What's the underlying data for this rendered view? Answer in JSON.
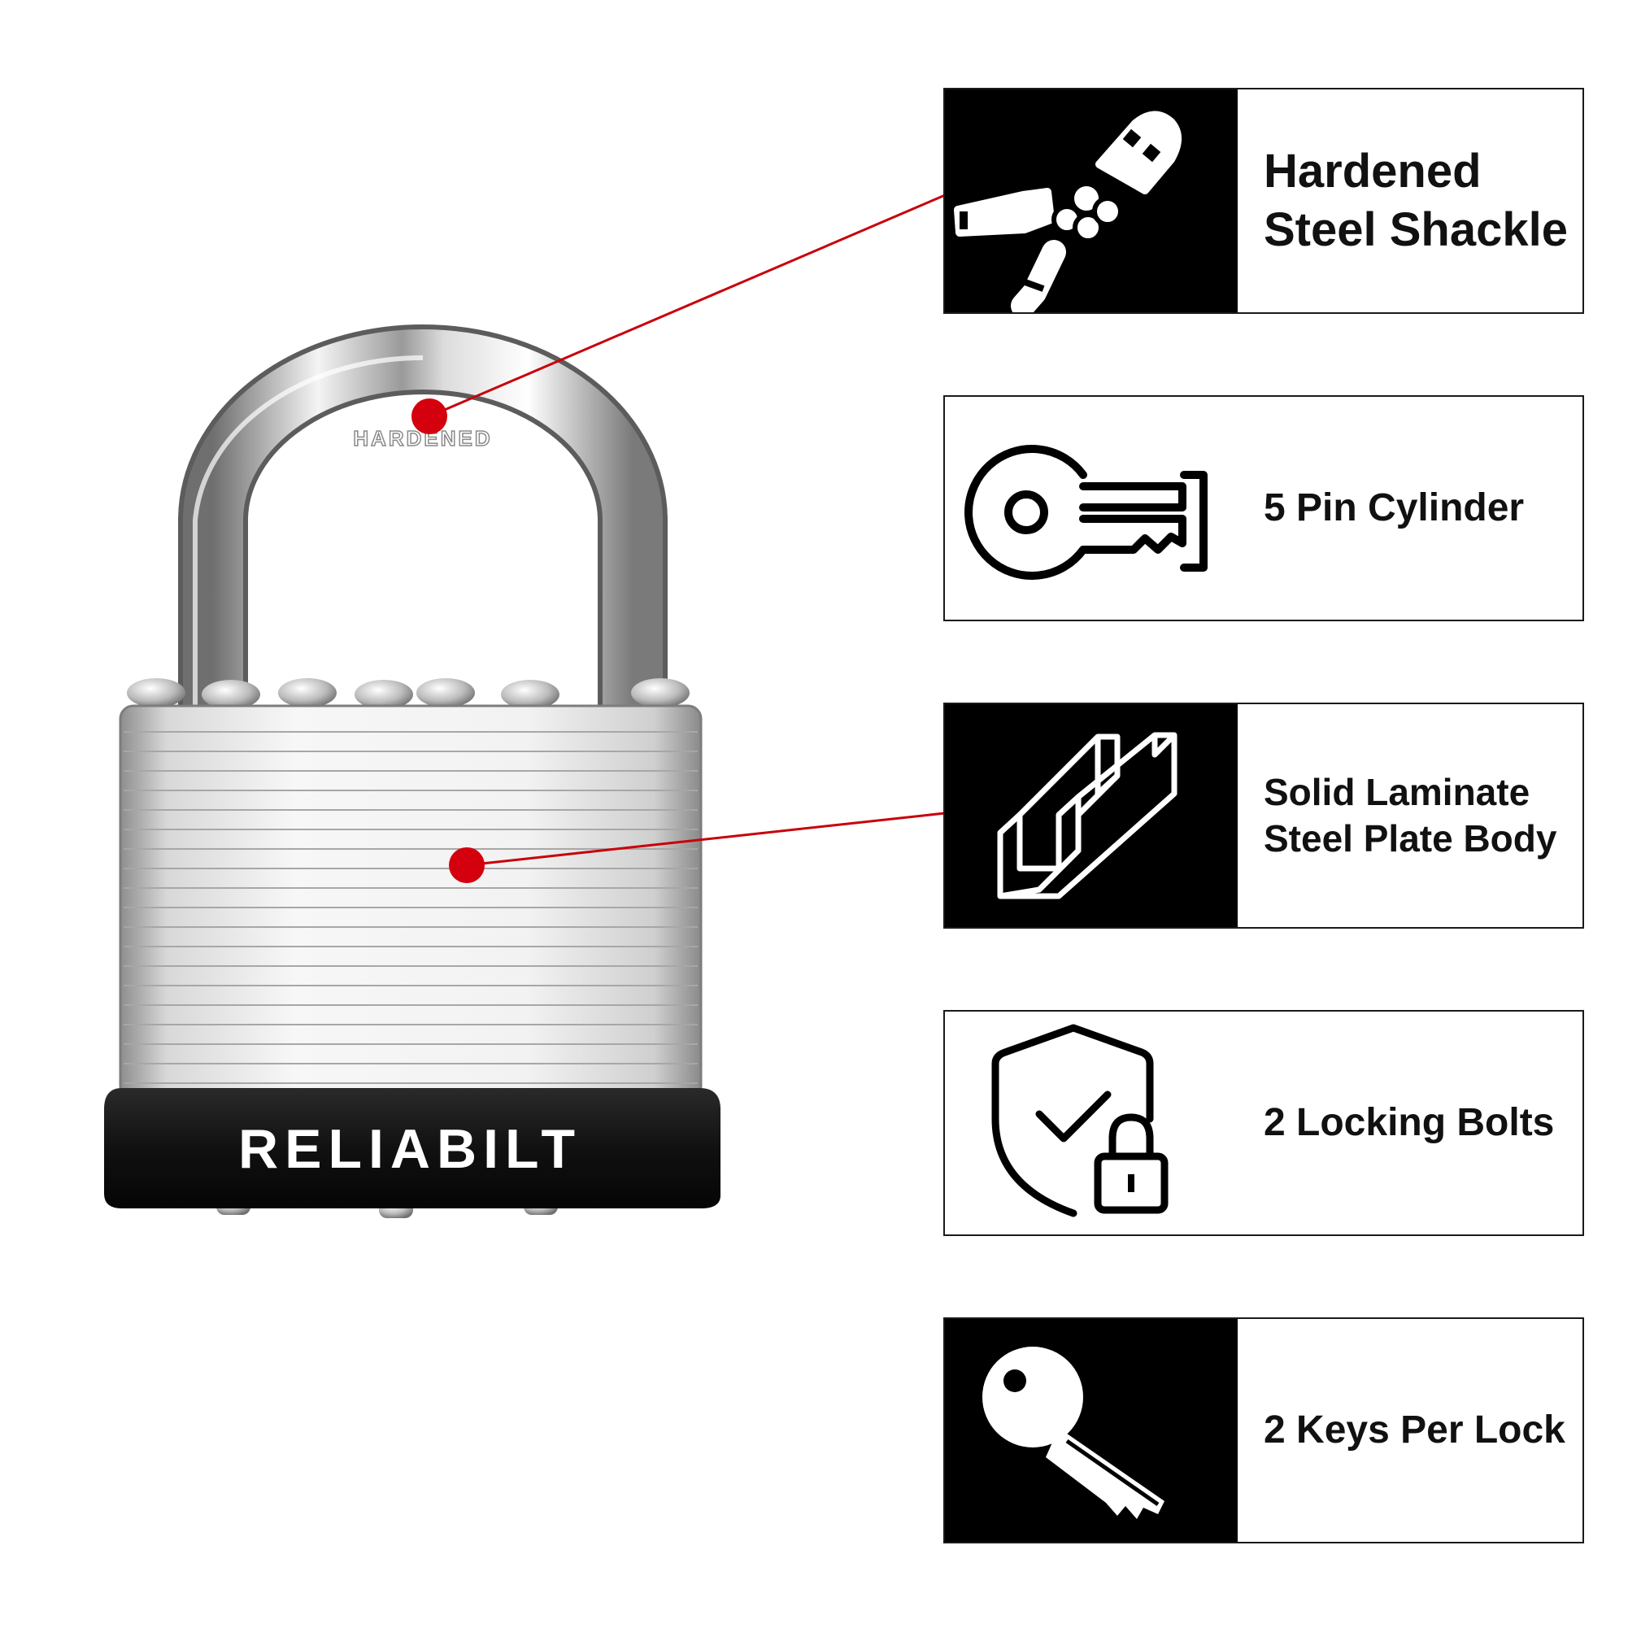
{
  "product": {
    "brand_name": "RELIABILT",
    "shackle_stamp": "HARDENED"
  },
  "features": [
    {
      "id": "shackle",
      "icon": "bolt-cutter-icon",
      "label": "Hardened\nSteel Shackle",
      "style": "dark"
    },
    {
      "id": "cylinder",
      "icon": "key-cylinder-icon",
      "label": "5 Pin Cylinder",
      "style": "light"
    },
    {
      "id": "body",
      "icon": "steel-channel-icon",
      "label": "Solid Laminate\nSteel Plate Body",
      "style": "dark"
    },
    {
      "id": "bolts",
      "icon": "shield-lock-icon",
      "label": "2 Locking Bolts",
      "style": "light"
    },
    {
      "id": "keys",
      "icon": "key-icon",
      "label": "2  Keys Per Lock",
      "style": "dark"
    }
  ],
  "colors": {
    "callout": "#c8000a",
    "icon_panel": "#000000",
    "border": "#1a1a1a",
    "lock_base": "#141414"
  }
}
